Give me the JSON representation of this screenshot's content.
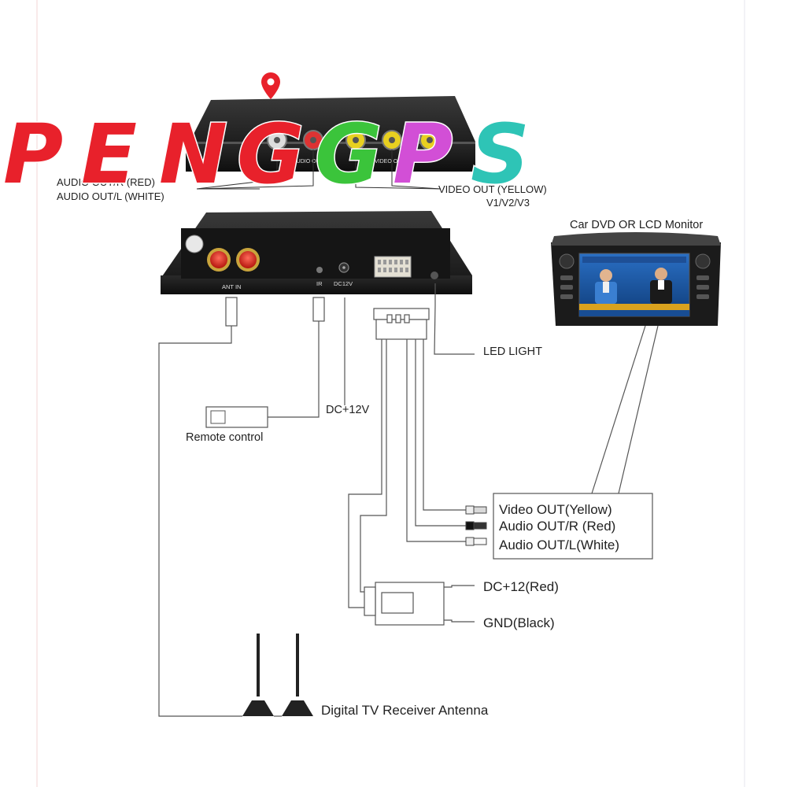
{
  "logo": {
    "text": "PENGGPS",
    "letters": [
      {
        "ch": "P",
        "color": "#e8212b"
      },
      {
        "ch": "E",
        "color": "#e8212b"
      },
      {
        "ch": "N",
        "color": "#e8212b"
      },
      {
        "ch": "G",
        "color": "#e8212b"
      },
      {
        "ch": "G",
        "color": "#3bc43b"
      },
      {
        "ch": "P",
        "color": "#d24fd6"
      },
      {
        "ch": "S",
        "color": "#2ec4b6"
      }
    ],
    "pin_color": "#e8212b"
  },
  "top_unit": {
    "ports": [
      "AUDIO OUT",
      "VIDEO OUT"
    ],
    "labels": {
      "audio_r": "AUDIO OUT/R (RED)",
      "audio_l": "AUDIO OUT/L (WHITE)",
      "video_out": "VIDEO OUT (YELLOW)",
      "video_channels": "V1/V2/V3"
    }
  },
  "front_unit": {
    "ant_in": "ANT IN",
    "ir": "IR",
    "dc12v": "DC12V"
  },
  "monitor": {
    "title": "Car DVD OR LCD Monitor"
  },
  "labels": {
    "led_light": "LED LIGHT",
    "dc12v_line": "DC+12V",
    "remote_control": "Remote control",
    "video_out_yellow": "Video OUT(Yellow)",
    "audio_out_r_red": "Audio OUT/R (Red)",
    "audio_out_l_white": "Audio OUT/L(White)",
    "dc12_red": "DC+12(Red)",
    "gnd_black": "GND(Black)",
    "antenna": "Digital TV Receiver Antenna"
  }
}
